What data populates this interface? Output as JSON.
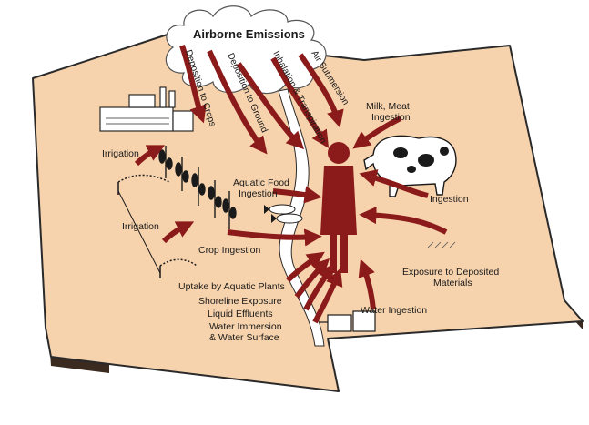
{
  "title": "Airborne Emissions",
  "labels": {
    "deposition_crops": "Deposition to Crops",
    "deposition_ground": "Deposition to Ground",
    "inhalation": "Inhalation & Transpiration",
    "air_submersion": "Air Submersion",
    "milk_meat_1": "Milk, Meat",
    "milk_meat_2": "Ingestion",
    "irrigation_top": "Irrigation",
    "irrigation_mid": "Irrigation",
    "aquatic_food_1": "Aquatic Food",
    "aquatic_food_2": "Ingestion",
    "crop_ingestion": "Crop Ingestion",
    "ingestion_right": "Ingestion",
    "uptake": "Uptake by Aquatic Plants",
    "shoreline": "Shoreline Exposure",
    "liquid": "Liquid Effluents",
    "water_imm_1": "Water Immersion",
    "water_imm_2": "& Water Surface",
    "water_ingestion": "Water Ingestion",
    "deposited_1": "Exposure to Deposited",
    "deposited_2": "Materials"
  },
  "colors": {
    "land": "#f7d3ad",
    "arrow": "#8b1a1a",
    "figure": "#8b1a1a",
    "outline": "#2a2a2a",
    "river": "#ffffff"
  },
  "icons": [
    "cloud-icon",
    "factory-icon",
    "person-icon",
    "cow-icon",
    "corn-icon",
    "fish-icon",
    "water-tank-icon",
    "sprinkler-icon"
  ]
}
